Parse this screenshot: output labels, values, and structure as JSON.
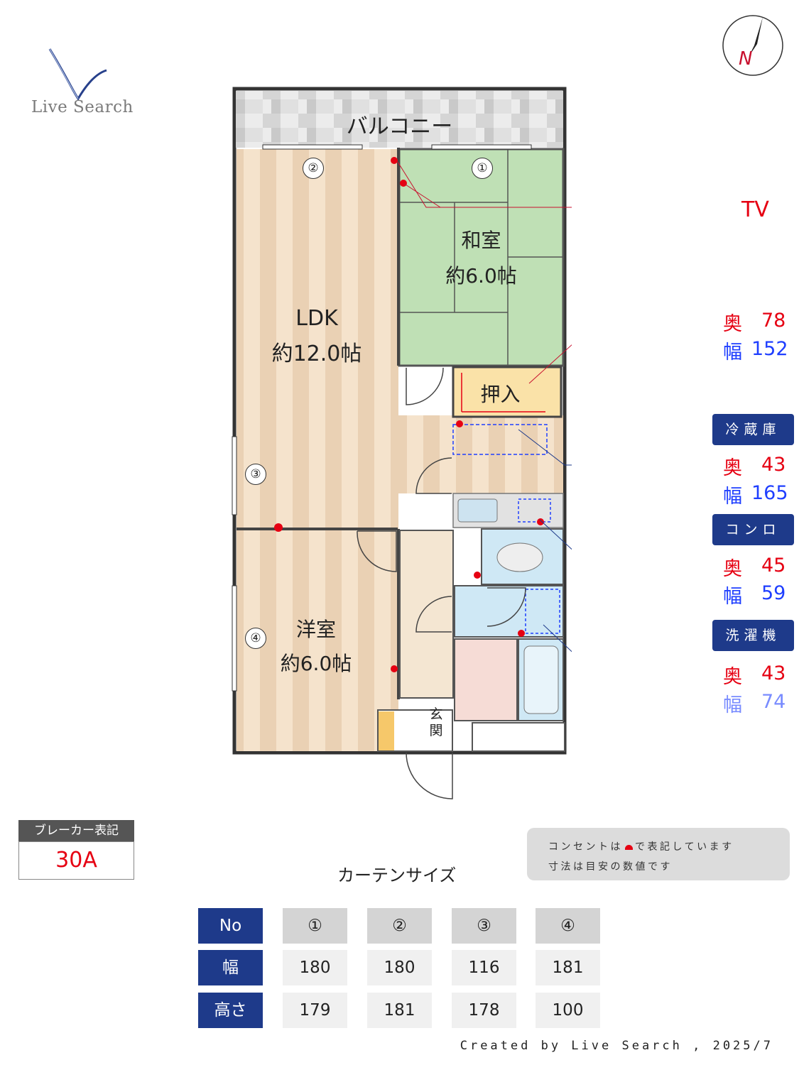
{
  "brand": {
    "logo_text": "Live Search"
  },
  "compass": {
    "label": "N"
  },
  "rooms": {
    "balcony": "バルコニー",
    "washitsu_name": "和室",
    "washitsu_size": "約6.0帖",
    "ldk_name": "LDK",
    "ldk_size": "約12.0帖",
    "oshiire": "押入",
    "youshitsu_name": "洋室",
    "youshitsu_size": "約6.0帖",
    "genkan": "玄関"
  },
  "window_markers": [
    "①",
    "②",
    "③",
    "④"
  ],
  "annotations": {
    "tv": "TV",
    "oshiire_depth_label": "奥",
    "oshiire_depth": "78",
    "oshiire_width_label": "幅",
    "oshiire_width": "152",
    "fridge_tag": "冷蔵庫",
    "fridge_depth_label": "奥",
    "fridge_depth": "43",
    "fridge_width_label": "幅",
    "fridge_width": "165",
    "stove_tag": "コンロ",
    "stove_depth_label": "奥",
    "stove_depth": "45",
    "stove_width_label": "幅",
    "stove_width": "59",
    "washer_tag": "洗濯機",
    "washer_depth_label": "奥",
    "washer_depth": "43",
    "washer_width_label": "幅",
    "washer_width": "74"
  },
  "breaker": {
    "label": "ブレーカー表記",
    "value": "30A"
  },
  "note": {
    "line1a": "コンセントは",
    "line1b": "で表記しています",
    "line2": "寸法は目安の数値です"
  },
  "curtain": {
    "title": "カーテンサイズ",
    "row_headers": [
      "No",
      "幅",
      "高さ"
    ],
    "columns": [
      {
        "no": "①",
        "width": "180",
        "height": "179"
      },
      {
        "no": "②",
        "width": "180",
        "height": "181"
      },
      {
        "no": "③",
        "width": "116",
        "height": "178"
      },
      {
        "no": "④",
        "width": "181",
        "height": "100"
      }
    ]
  },
  "footer": "Created by Live Search , 2025/7",
  "colors": {
    "accent_navy": "#1e3a8a",
    "red": "#e60012",
    "blue": "#1f3fff",
    "tatami": "#bfe0b5",
    "flooring": "#f3dcc0",
    "bath": "#cfe8f5"
  }
}
